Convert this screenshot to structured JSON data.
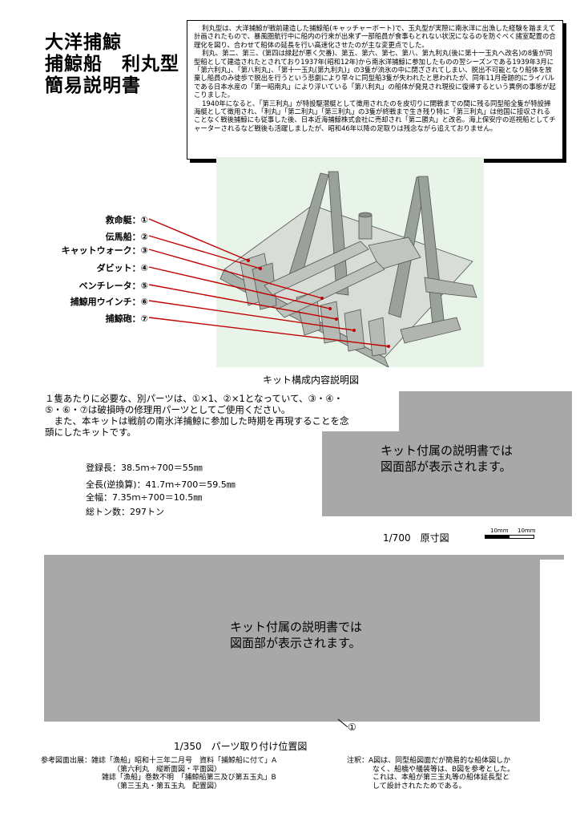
{
  "title": {
    "line1": "大洋捕鯨",
    "line2": "捕鯨船　利丸型",
    "line3": "簡易説明書"
  },
  "description": {
    "para1": "利丸型は、大洋捕鯨が戦前建造した捕鯨船(キャッチャーボート)で、玉丸型が実際に南氷洋に出漁した経験を踏まえて計画されたもので、暴風圏航行中に船内の行来が出来ず一部船員が食事もとれない状況になるのを防ぐべく諸室配置の合理化を図り、合わせて船体の延長を行い高速化させたのが主な変更点でした。",
    "para2": "利丸、第二、第三、(第四は縁起が悪く欠番)、第五、第六、第七、第八、第九利丸(後に第十一玉丸へ改名)の8隻が同型船として建造されたとされており1937年(昭和12年)から南氷洋捕鯨に参加したものの翌シーズンである1939年3月に「第六利丸」、「第八利丸」、「第十一玉丸(第九利丸)」の3隻が流氷の中に閉ざされてしまい、脱出不可能となり船体を放棄し船員のみ徒歩で脱出を行うという悲劇により早々に同型船3隻が失われたと思われたが、同年11月奇跡的にライバルである日本水産の「第一昭南丸」により浮いている「第八利丸」の船体が発見され現役に復帰するという異例の事態が起こりました。",
    "para3": "1940年になると、「第三利丸」が特設駆潜艇として徴用されたのを皮切りに開戦までの間に残る同型船全隻が特設掃海艇として徴用され、「利丸」「第二利丸」「第三利丸」の3隻が終戦まで生き残り特に「第三利丸」は他国に接収されることなく戦後捕鯨にも従事した後、日本近海捕鯨株式会社に売却され「第二勝丸」と改名。海上保安庁の巡視船としてチャーターされるなど戦後も活躍しましたが、昭和46年以降の足取りは残念ながら追えておりません。"
  },
  "parts": [
    {
      "name": "救命艇",
      "num": "①"
    },
    {
      "name": "伝馬船",
      "num": "②"
    },
    {
      "name": "キャットウォーク",
      "num": "③"
    },
    {
      "name": "ダビット",
      "num": "④"
    },
    {
      "name": "ベンチレータ",
      "num": "⑤"
    },
    {
      "name": "捕鯨用ウインチ",
      "num": "⑥"
    },
    {
      "name": "捕鯨砲",
      "num": "⑦"
    }
  ],
  "illustration_caption": "キット構成内容説明図",
  "kit_note": {
    "line1": "１隻あたりに必要な、別パーツは、①×1、②×1となっていて、③・④・",
    "line2": "⑤・⑥・⑦は破損時の修理用パーツとしてご使用ください。",
    "line3": "　また、本キットは戦前の南氷洋捕鯨に参加した時期を再現することを念",
    "line4": "頭にしたキットです。"
  },
  "specs": {
    "registered_length": "登録長：38.5ｍ÷700＝55㎜",
    "overall_length": "全長(逆換算)：41.7ｍ÷700＝59.5㎜",
    "beam": "全幅：7.35ｍ÷700＝10.5㎜",
    "tonnage": "総トン数：297トン"
  },
  "placeholder_text": {
    "line1": "キット付属の説明書では",
    "line2": "図面部が表示されます。"
  },
  "scale_700": "1/700　原寸図",
  "scale_bar": {
    "label1": "10mm",
    "label2": "10mm"
  },
  "scale_350": "1/350　パーツ取り付け位置図",
  "marker_1": "①",
  "references": {
    "label": "参考図面出展：",
    "line1": "雑誌「漁船」昭和十三年二月号　資料「捕鯨船に付て」A",
    "line2": "（第六利丸　縦断面図・平面図）",
    "line3": "雑誌「漁船」巻数不明　「捕鯨船第三及び第五玉丸」B",
    "line4": "（第三玉丸・第五玉丸　配置図）"
  },
  "annotation": {
    "label": "注釈：",
    "line1": "A図は、同型船図面だが簡易的な船体図しか",
    "line2": "なく、船橋や艤装等は、B図を参考とした。",
    "line3": "これは、本船が第三玉丸等の船体延長型と",
    "line4": "して設計されたためである。"
  },
  "colors": {
    "illustration_bg": "#e9f4e9",
    "leader_line": "#c00000",
    "placeholder_gray": "#a8a8a8"
  }
}
